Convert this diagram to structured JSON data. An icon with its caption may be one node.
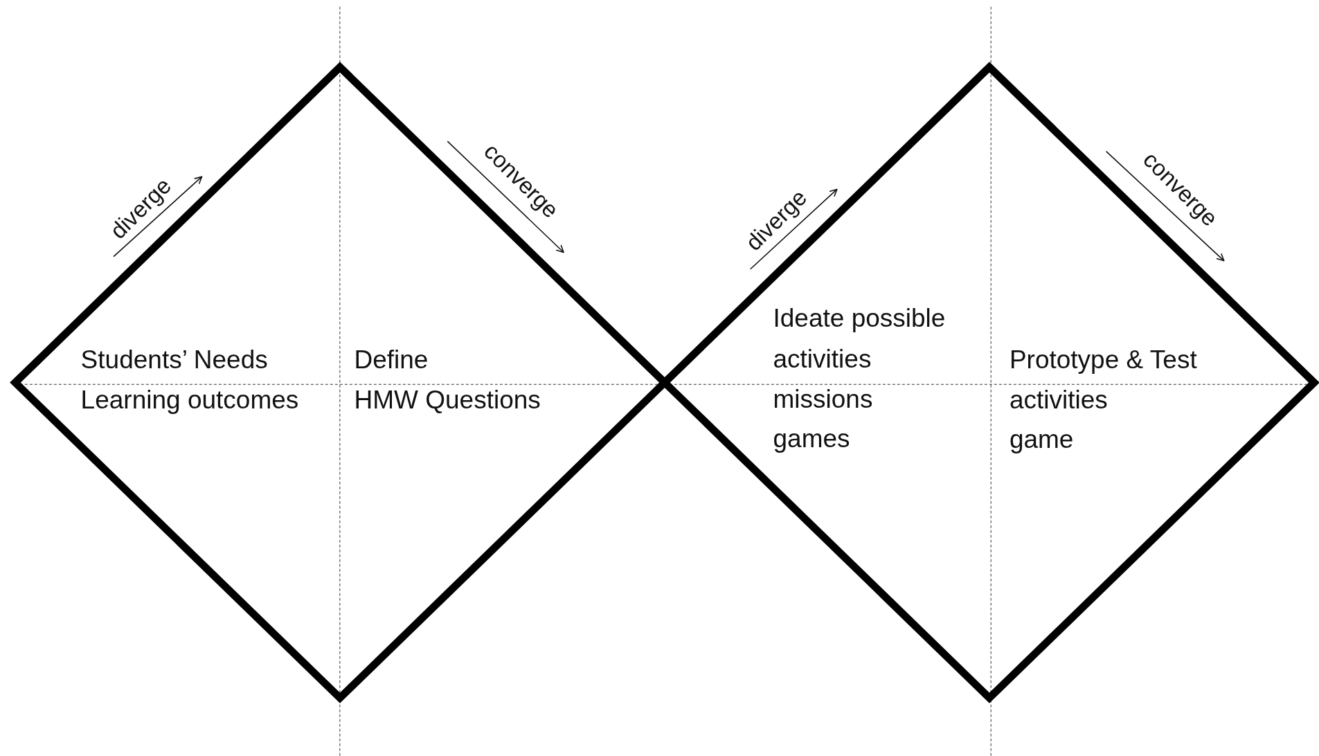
{
  "diagram": {
    "nodes": [
      {
        "text": [
          "Students’ Needs",
          "Learning outcomes",
          "Define",
          "HMW Questions"
        ]
      },
      {
        "text": [
          "Ideate possible",
          "activities",
          "missions",
          "games",
          "Prototype & Test",
          "activities",
          "game"
        ]
      }
    ],
    "edges": [],
    "labels": [
      "diverge",
      "converge",
      "diverge",
      "converge"
    ]
  }
}
